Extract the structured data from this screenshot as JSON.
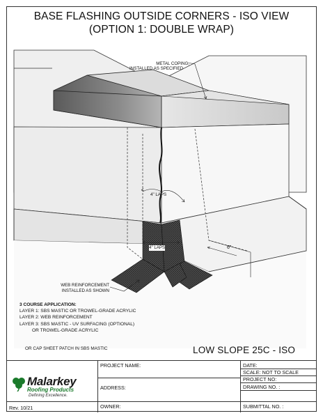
{
  "title": {
    "line1": "BASE FLASHING OUTSIDE CORNERS - ISO VIEW",
    "line2": "(OPTION 1: DOUBLE WRAP)"
  },
  "callouts": {
    "coping_line1": "METAL COPING,",
    "coping_line2": "INSTALLED AS SPECIFIED",
    "laps_upper": "4\" LAPS",
    "laps_lower": "4\" LAPS",
    "six_inch": "6\"",
    "web_line1": "WEB REINFORCEMENT",
    "web_line2": "INSTALLED AS SHOWN"
  },
  "notes": {
    "heading": "3 COURSE APPLICATION:",
    "layer1": "LAYER 1: SBS MASTIC OR TROWEL-GRADE ACRYLIC",
    "layer2": "LAYER 2: WEB REINFORCEMENT",
    "layer3": "LAYER 3: SBS MASTIC - UV SURFACING (OPTIONAL)",
    "layer3b": "OR TROWEL-GRADE ACRYLIC",
    "alt": "OR CAP SHEET PATCH IN SBS MASTIC"
  },
  "detail_code": "LOW SLOPE 25C - ISO",
  "title_block": {
    "brand": "Malarkey",
    "brand_sub": "Roofing Products",
    "tagline": "Defining Excellence.",
    "revision": "Rev. 10/21",
    "project_name": "PROJECT NAME:",
    "address": "ADDRESS:",
    "owner": "OWNER:",
    "date": "DATE:",
    "scale": "SCALE:  NOT TO SCALE",
    "project_no": "PROJECT NO:",
    "drawing_no": "DRAWING NO. :",
    "submittal_no": "SUBMITTAL NO. :"
  },
  "colors": {
    "coping_dark": "#6e6e6e",
    "coping_light": "#d8d8d8",
    "wall_fill": "#e9e9e9",
    "roof_fill": "#f4f4f4",
    "brand_green": "#1a7a2b"
  }
}
